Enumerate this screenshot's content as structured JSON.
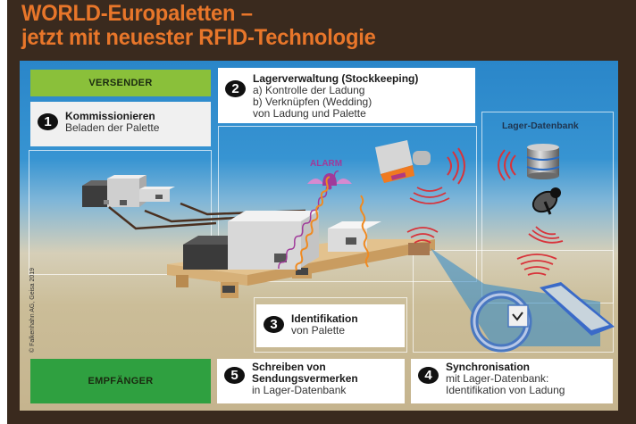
{
  "title": {
    "line1": "WORLD-Europaletten –",
    "line2": "jetzt mit neuester RFID-Technologie"
  },
  "colors": {
    "frame": "#3a2a1e",
    "title": "#e8762a",
    "sender_green": "#8ac03a",
    "receiver_green": "#2fa040",
    "sky_blue": "#2a86c9",
    "ground_beige": "#c5b48e",
    "signal_red": "#d8333a",
    "alarm_purple": "#a03a9a",
    "wave_orange": "#f08a20"
  },
  "labels": {
    "sender": "VERSENDER",
    "receiver": "EMPFÄNGER",
    "database": "Lager-Datenbank",
    "alarm": "ALARM",
    "copyright": "© Falkenhahn AG, Geisa 2019"
  },
  "steps": [
    {
      "number": "1",
      "heading": "Kommissionieren",
      "lines": [
        "Beladen der Palette"
      ]
    },
    {
      "number": "2",
      "heading": "Lagerverwaltung (Stockkeeping)",
      "lines": [
        "a) Kontrolle der Ladung",
        "b) Verknüpfen (Wedding)",
        "von Ladung und Palette"
      ]
    },
    {
      "number": "3",
      "heading": "Identifikation",
      "lines": [
        "von Palette"
      ]
    },
    {
      "number": "4",
      "heading": "Synchronisation",
      "lines": [
        "mit Lager-Datenbank:",
        "Identifikation von Ladung"
      ]
    },
    {
      "number": "5",
      "heading": "Schreiben von",
      "heading2": "Sendungsvermerken",
      "lines": [
        "in Lager-Datenbank"
      ]
    }
  ],
  "icons": {
    "database": "database-icon",
    "satellite": "satellite-dish-icon",
    "alarm": "alarm-bell-icon",
    "scanner": "rfid-scanner-icon",
    "wristband": "wristband-reader-icon",
    "tablet": "tablet-icon",
    "pallet": "euro-pallet-icon",
    "warehouse": "warehouse-boxes-icon"
  }
}
